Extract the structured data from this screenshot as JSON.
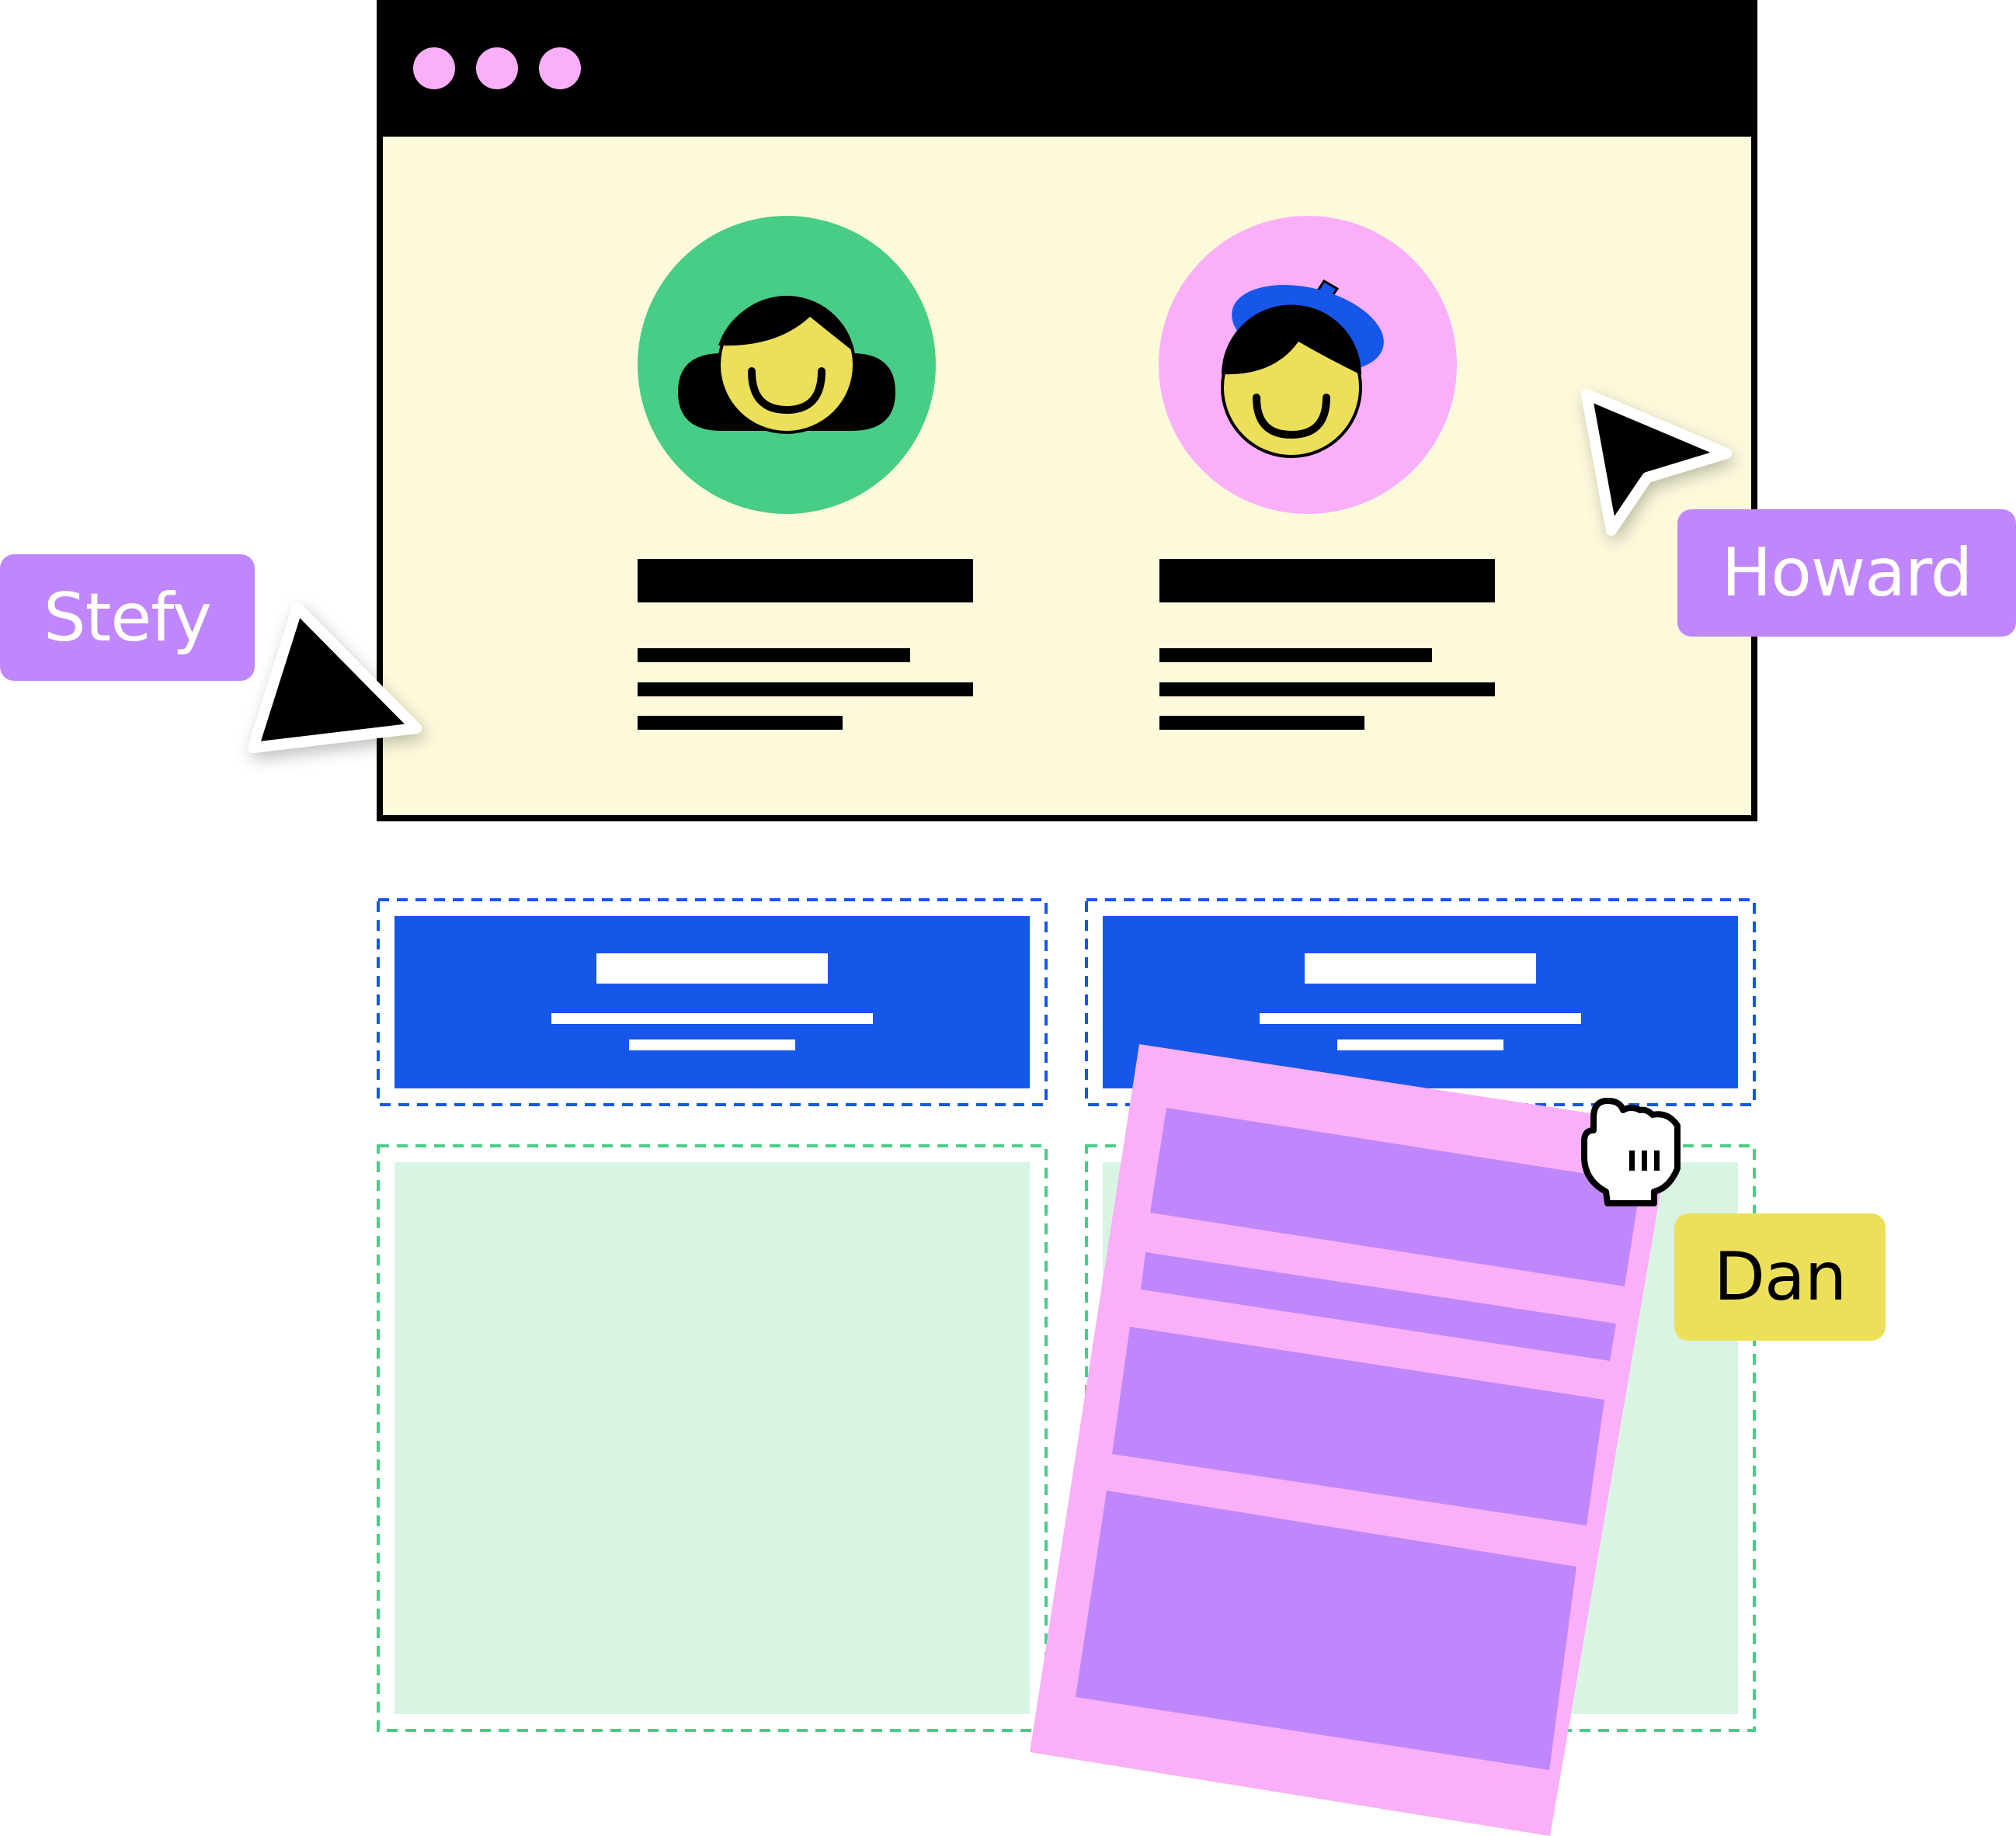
{
  "browser": {
    "window_dots": [
      "dot-1",
      "dot-2",
      "dot-3"
    ],
    "profiles": [
      {
        "avatar": "smiling-face-with-bun-hair",
        "avatar_bg": "#48CD86"
      },
      {
        "avatar": "smiling-face-with-beret",
        "avatar_bg": "#F9B0F8"
      }
    ]
  },
  "collaborators": [
    {
      "name": "Stefy",
      "cursor": "arrow-cursor",
      "color": "#C087FC",
      "text_color": "#FFFFFF"
    },
    {
      "name": "Howard",
      "cursor": "arrow-cursor",
      "color": "#C087FC",
      "text_color": "#FFFFFF"
    },
    {
      "name": "Dan",
      "cursor": "grab-hand-cursor",
      "color": "#ECE05A",
      "text_color": "#000000"
    }
  ],
  "colors": {
    "browser_bg": "#FDFADC",
    "header": "#000000",
    "dots": "#F9B0F8",
    "blue_block": "#1657EA",
    "green_block": "#DAF4E3",
    "dragged_card": "#F9B0F8",
    "dragged_card_inner": "#C087FC"
  }
}
